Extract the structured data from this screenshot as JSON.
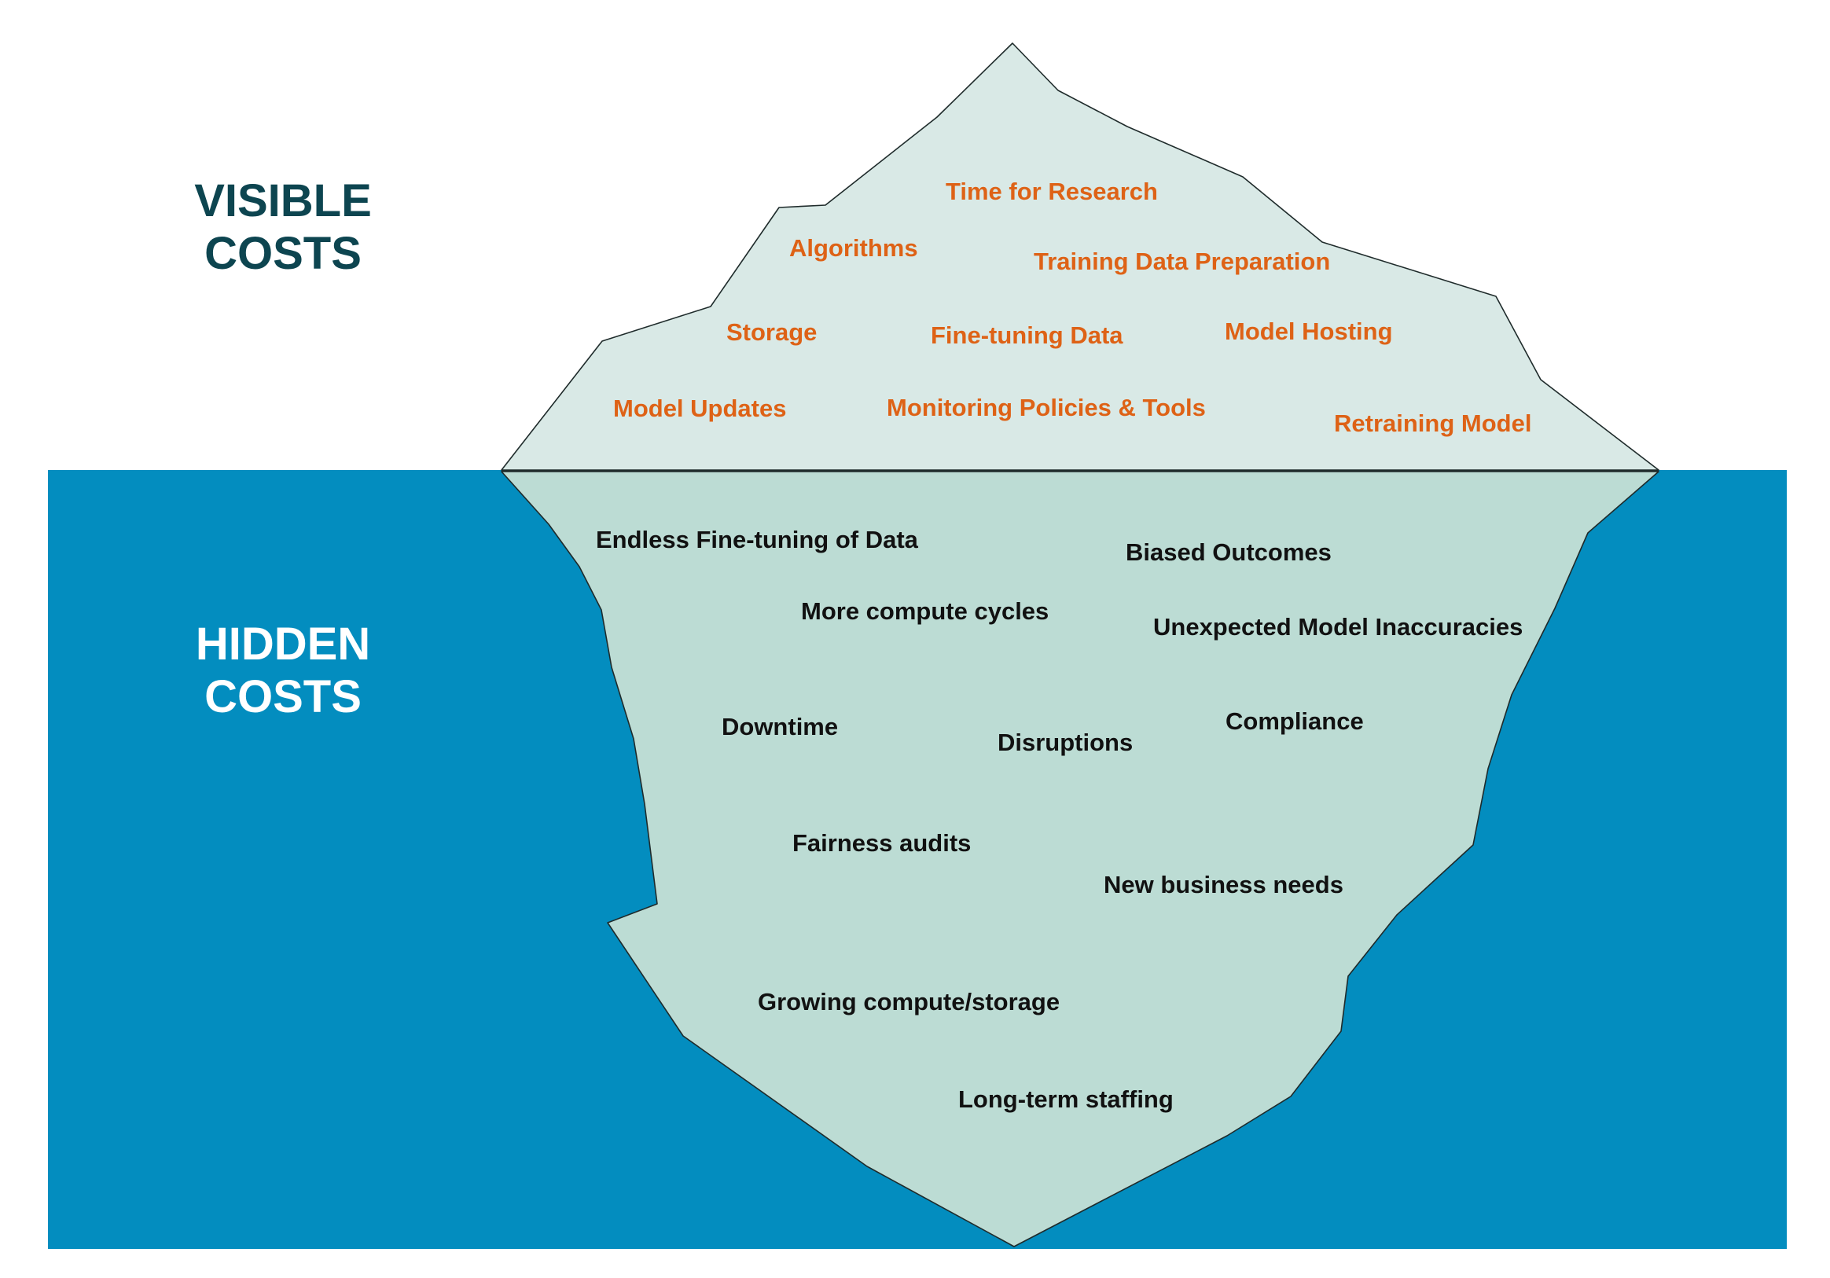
{
  "colors": {
    "water": "#038dbf",
    "ice_above": "#d9e9e6",
    "ice_below": "#bcdcd4",
    "outline": "#1f2b2b",
    "visible_label": "#0d4550",
    "hidden_label": "#ffffff",
    "visible_item_text": "#de6216",
    "hidden_item_text": "#111111"
  },
  "visible_section": {
    "label_line1": "VISIBLE",
    "label_line2": "COSTS",
    "items": [
      "Time for Research",
      "Algorithms",
      "Training Data Preparation",
      "Storage",
      "Fine-tuning Data",
      "Model Hosting",
      "Model Updates",
      "Monitoring Policies & Tools",
      "Retraining Model"
    ]
  },
  "hidden_section": {
    "label_line1": "HIDDEN",
    "label_line2": "COSTS",
    "items": [
      "Endless Fine-tuning of Data",
      "Biased Outcomes",
      "More compute cycles",
      "Unexpected Model Inaccuracies",
      "Downtime",
      "Disruptions",
      "Compliance",
      "Fairness audits",
      "New business needs",
      "Growing compute/storage",
      "Long-term staffing"
    ]
  }
}
